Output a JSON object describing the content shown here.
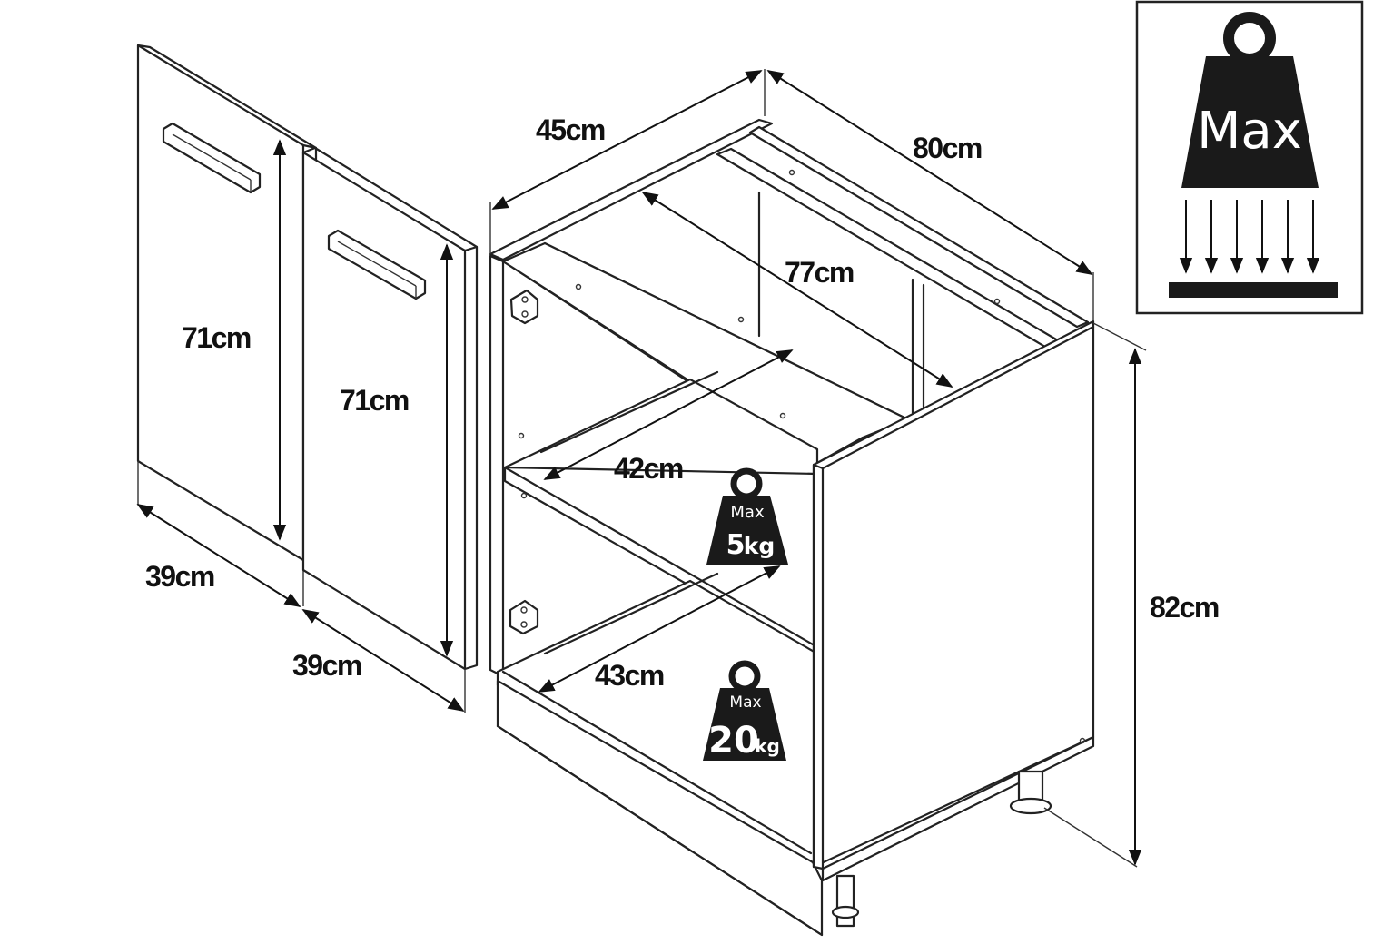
{
  "colors": {
    "line": "#222222",
    "weight_fill": "#1a1a1a",
    "background": "#ffffff"
  },
  "dimensions": {
    "door_left_height": "71cm",
    "door_right_height": "71cm",
    "door_left_width": "39cm",
    "door_right_width": "39cm",
    "cabinet_depth": "45cm",
    "cabinet_width": "80cm",
    "inner_width": "77cm",
    "shelf_depth": "42cm",
    "bottom_depth": "43cm",
    "cabinet_height": "82cm"
  },
  "max_load_badge": {
    "label": "Max",
    "icon": "weight-icon"
  },
  "shelf_load": {
    "label": "Max",
    "value": "5",
    "unit": "kg",
    "icon": "weight-icon"
  },
  "bottom_load": {
    "label": "Max",
    "value": "20",
    "unit": "kg",
    "icon": "weight-icon"
  }
}
